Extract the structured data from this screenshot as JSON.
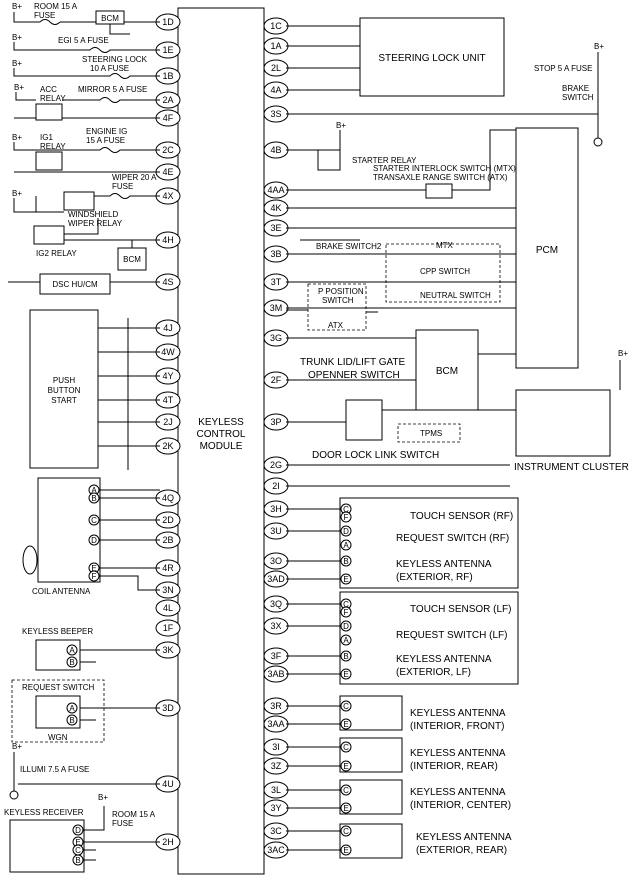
{
  "module": {
    "title": [
      "KEYLESS",
      "CONTROL",
      "MODULE"
    ]
  },
  "pins_left": [
    "1D",
    "1E",
    "1B",
    "2A",
    "4F",
    "2C",
    "4E",
    "4X",
    "4H",
    "4S",
    "4J",
    "4W",
    "4Y",
    "4T",
    "2J",
    "2K",
    "4Q",
    "2D",
    "2B",
    "4R",
    "3N",
    "4L",
    "1F",
    "3K",
    "3D",
    "4U",
    "2H"
  ],
  "pins_right": [
    "1C",
    "1A",
    "2L",
    "4A",
    "3S",
    "4B",
    "4AA",
    "4K",
    "3E",
    "3B",
    "3T",
    "3M",
    "3G",
    "2F",
    "3P",
    "2G",
    "2I",
    "3H",
    "3U",
    "3O",
    "3AD",
    "3Q",
    "3X",
    "3F",
    "3AB",
    "3R",
    "3AA",
    "3I",
    "3Z",
    "3L",
    "3Y",
    "3C",
    "3AC"
  ],
  "left_labels": {
    "bplus": "B+",
    "room15": [
      "ROOM 15 A",
      "FUSE"
    ],
    "bcm": "BCM",
    "egi5": "EGI 5 A FUSE",
    "steering_lock": [
      "STEERING LOCK",
      "10 A FUSE"
    ],
    "acc_relay": [
      "ACC",
      "RELAY"
    ],
    "mirror": "MIRROR 5 A FUSE",
    "engine_ig": [
      "ENGINE IG",
      "15 A FUSE"
    ],
    "ig1_relay": [
      "IG1",
      "RELAY"
    ],
    "wiper": [
      "WIPER 20 A",
      "FUSE"
    ],
    "windshield": [
      "WINDSHIELD",
      "WIPER RELAY"
    ],
    "ig2_relay": "IG2 RELAY",
    "dsc": "DSC HU/CM",
    "push_button": [
      "PUSH",
      "BUTTON",
      "START"
    ],
    "coil_antenna": "COIL ANTENNA",
    "keyless_beeper": "KEYLESS BEEPER",
    "request_switch": "REQUEST SWITCH",
    "wgn": "WGN",
    "illumi": "ILLUMI 7.5 A FUSE",
    "keyless_receiver": "KEYLESS RECEIVER",
    "room15b": [
      "ROOM 15 A",
      "FUSE"
    ]
  },
  "right_labels": {
    "steering_lock_unit": "STEERING LOCK  UNIT",
    "stop5": "STOP 5 A FUSE",
    "brake_switch": [
      "BRAKE",
      "SWITCH"
    ],
    "starter_relay": "STARTER RELAY",
    "starter_interlock": [
      "STARTER INTERLOCK SWITCH (MTX)/",
      "TRANSAXLE RANGE SWITCH (ATX)"
    ],
    "brake_switch2": "BRAKE SWITCH2",
    "mtx": "MTX",
    "cpp": "CPP SWITCH",
    "neutral": "NEUTRAL SWITCH",
    "pcm": "PCM",
    "p_position": [
      "P POSITION",
      "SWITCH"
    ],
    "atx": "ATX",
    "trunk": [
      "TRUNK LID/LIFT GATE",
      "OPENNER SWITCH"
    ],
    "bcm": "BCM",
    "tpms": "TPMS",
    "door_lock": "DOOR LOCK LINK SWITCH",
    "instrument_cluster": "INSTRUMENT CLUSTER",
    "touch_rf": "TOUCH SENSOR (RF)",
    "request_rf": "REQUEST SWITCH (RF)",
    "ant_ext_rf": [
      "KEYLESS ANTENNA",
      "(EXTERIOR, RF)"
    ],
    "touch_lf": "TOUCH SENSOR (LF)",
    "request_lf": "REQUEST SWITCH (LF)",
    "ant_ext_lf": [
      "KEYLESS ANTENNA",
      "(EXTERIOR, LF)"
    ],
    "ant_int_front": [
      "KEYLESS ANTENNA",
      "(INTERIOR, FRONT)"
    ],
    "ant_int_rear": [
      "KEYLESS ANTENNA",
      "(INTERIOR, REAR)"
    ],
    "ant_int_center": [
      "KEYLESS ANTENNA",
      "(INTERIOR, CENTER)"
    ],
    "ant_ext_rear": [
      "KEYLESS ANTENNA",
      "(EXTERIOR, REAR)"
    ]
  },
  "connector_letters": {
    "coil": [
      "A",
      "B",
      "C",
      "D",
      "E",
      "F"
    ],
    "beeper": [
      "A",
      "B"
    ],
    "request": [
      "A",
      "B"
    ],
    "receiver": [
      "D",
      "E",
      "C",
      "B"
    ],
    "rf_group": [
      "C",
      "F",
      "D",
      "A",
      "B",
      "E"
    ],
    "lf_group": [
      "C",
      "F",
      "D",
      "A",
      "B",
      "E"
    ],
    "ant_pair": [
      "C",
      "E"
    ]
  }
}
